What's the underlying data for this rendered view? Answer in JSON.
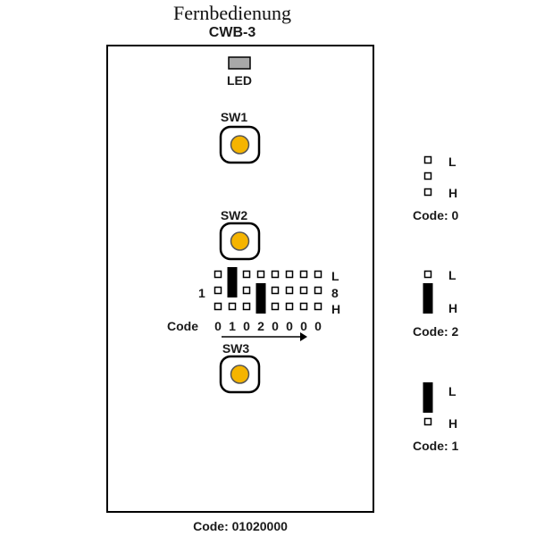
{
  "title": "Fernbedienung",
  "model": "CWB-3",
  "led_label": "LED",
  "switches": [
    "SW1",
    "SW2",
    "SW3"
  ],
  "dip": {
    "row_labels": [
      "L",
      "8",
      "H"
    ],
    "left_label": "1",
    "code_label": "Code",
    "code_digits": [
      "0",
      "1",
      "0",
      "2",
      "0",
      "0",
      "0",
      "0"
    ],
    "positions": [
      0,
      1,
      0,
      2,
      0,
      0,
      0,
      0
    ]
  },
  "footer_code": "Code: 01020000",
  "legend": [
    {
      "code_value": 0,
      "labels": [
        "L",
        "H"
      ],
      "caption": "Code: 0"
    },
    {
      "code_value": 2,
      "labels": [
        "L",
        "H"
      ],
      "caption": "Code: 2"
    },
    {
      "code_value": 1,
      "labels": [
        "L",
        "H"
      ],
      "caption": "Code: 1"
    }
  ],
  "colors": {
    "led": "#a8a8a8",
    "button_center": "#f5b400",
    "jumper": "#000000",
    "outline": "#000000"
  }
}
